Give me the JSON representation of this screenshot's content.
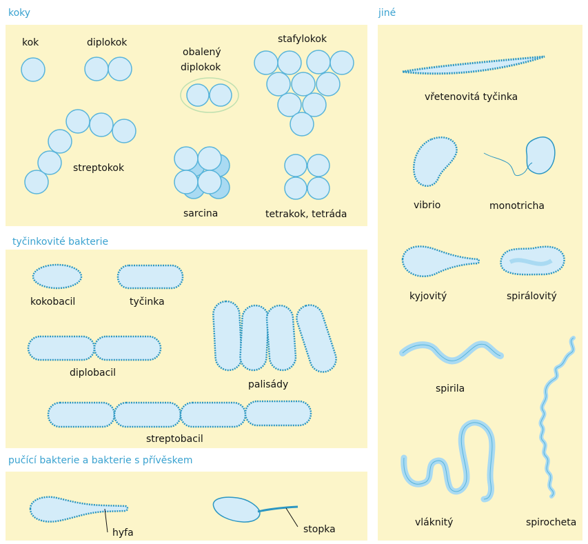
{
  "colors": {
    "panel": "#fcf5c9",
    "cell_fill": "#d4ecf9",
    "cell_stroke": "#58b4da",
    "cell_dark": "#a9daf2",
    "flagellum": "#2b96c2",
    "section_title": "#3aa2d0",
    "text": "#111111"
  },
  "sections": {
    "koky": "koky",
    "tycinkovite": "tyčinkovité bakterie",
    "pucici": "pučící bakterie a bakterie s přívěskem",
    "jine": "jiné"
  },
  "labels": {
    "kok": "kok",
    "diplokok": "diplokok",
    "obaleny_line1": "obalený",
    "obaleny_line2": "diplokok",
    "stafylokok": "stafylokok",
    "streptokok": "streptokok",
    "sarcina": "sarcina",
    "tetrakok": "tetrakok, tetráda",
    "kokobacil": "kokobacil",
    "tycinka": "tyčinka",
    "diplobacil": "diplobacil",
    "palisady": "palisády",
    "streptobacil": "streptobacil",
    "hyfa": "hyfa",
    "stopka": "stopka",
    "vretenovita": "vřetenovitá  tyčinka",
    "vibrio": "vibrio",
    "monotricha": "monotricha",
    "kyjovity": "kyjovitý",
    "spiralovity": "spirálovitý",
    "spirila": "spirila",
    "vlaknity": "vláknitý",
    "spirocheta": "spirocheta"
  }
}
